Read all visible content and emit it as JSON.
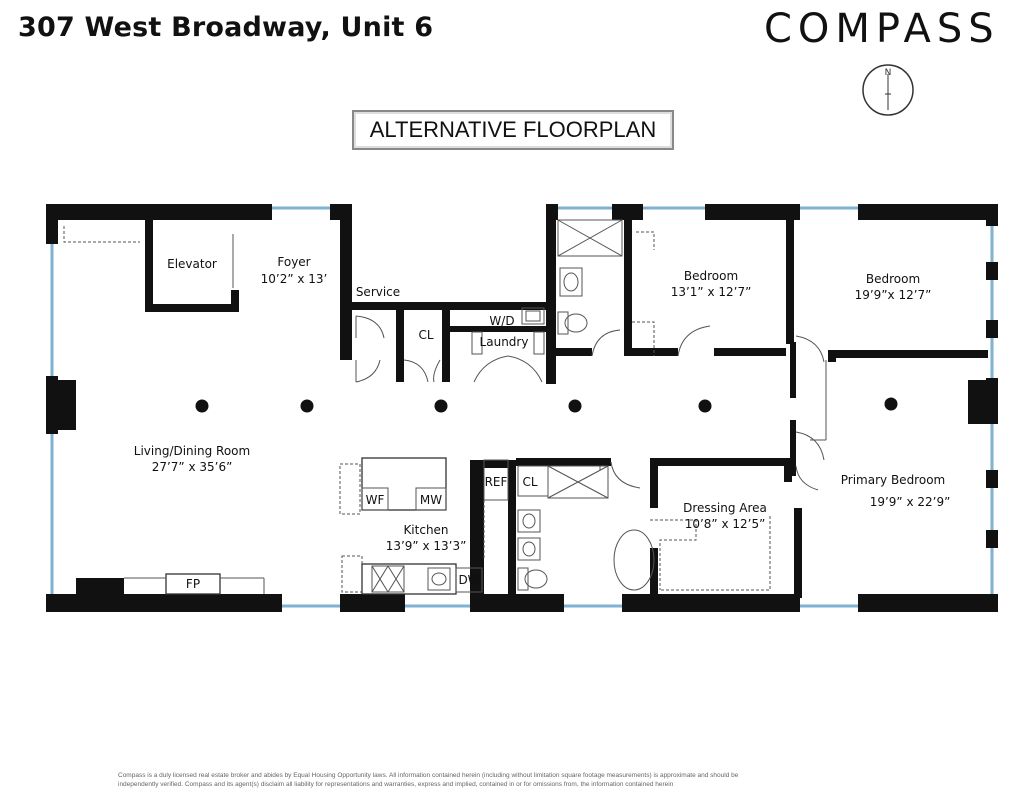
{
  "header": {
    "address": "307 West Broadway, Unit 6",
    "brand": "COMPASS",
    "compass_label": "N",
    "subtitle": "ALTERNATIVE FLOORPLAN"
  },
  "rooms": {
    "elevator": "Elevator",
    "foyer_name": "Foyer",
    "foyer_dim": "10’2” x 13’",
    "service": "Service",
    "cl1": "CL",
    "wd": "W/D",
    "laundry": "Laundry",
    "bedroom1_name": "Bedroom",
    "bedroom1_dim": "13’1” x 12’7”",
    "bedroom2_name": "Bedroom",
    "bedroom2_dim": "19’9”x 12’7”",
    "living_name": "Living/Dining Room",
    "living_dim": "27’7” x 35’6”",
    "wf": "WF",
    "mw": "MW",
    "ref": "REF",
    "cl2": "CL",
    "kitchen_name": "Kitchen",
    "kitchen_dim": "13’9” x 13’3”",
    "dw": "DW",
    "fp": "FP",
    "dressing_name": "Dressing Area",
    "dressing_dim": "10’8” x 12’5”",
    "primary_name": "Primary Bedroom",
    "primary_dim": "19’9” x 22’9”"
  },
  "colors": {
    "wall": "#111111",
    "window": "#7fb1d3",
    "fixture": "#666666"
  },
  "footer": {
    "line1": "Compass is a duly licensed real estate broker and abides by Equal Housing Opportunity laws. All information contained herein (including without limitation square footage measurements) is approximate and should be",
    "line2": "independently verified. Compass and its agent(s) disclaim all liability for representations and warranties, express and implied, contained in or for omissions from, the information contained herein"
  }
}
